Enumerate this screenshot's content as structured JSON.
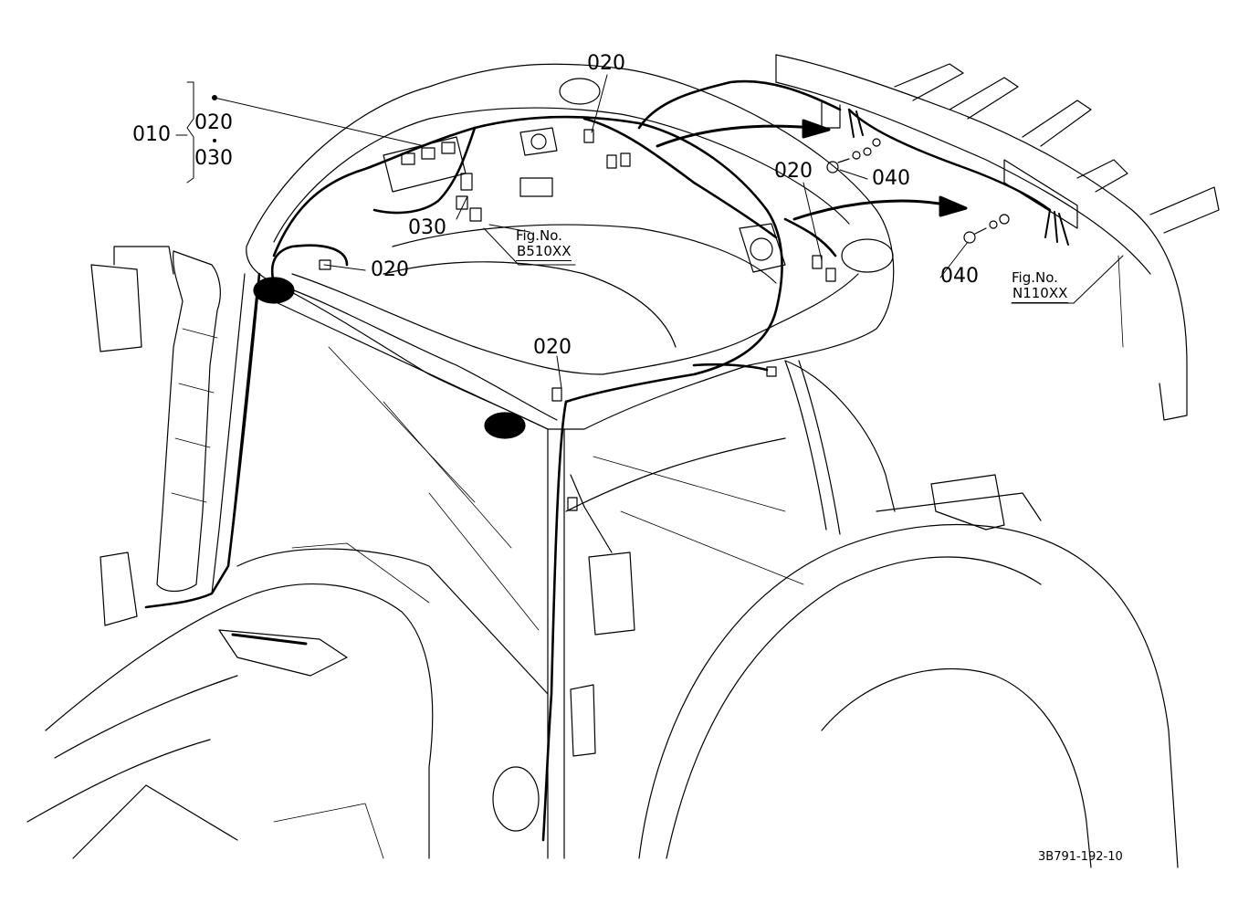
{
  "diagram": {
    "callouts": {
      "group": "010",
      "group_items": [
        "020",
        "030"
      ],
      "c020_top": "020",
      "c030_left": "030",
      "c020_left": "020",
      "c020_mid": "020",
      "c020_right": "020",
      "c040_top": "040",
      "c040_bottom": "040"
    },
    "references": {
      "ref1_prefix": "Fig.No.",
      "ref1_code": "B510XX",
      "ref2_prefix": "Fig.No.",
      "ref2_code": "N110XX"
    },
    "drawing_number": "3B791-192-10",
    "icons": [
      "tractor-cab-drawing",
      "wiring-harness",
      "mirror-icon",
      "work-light-icon",
      "speaker-icon",
      "bolt-icon"
    ]
  }
}
